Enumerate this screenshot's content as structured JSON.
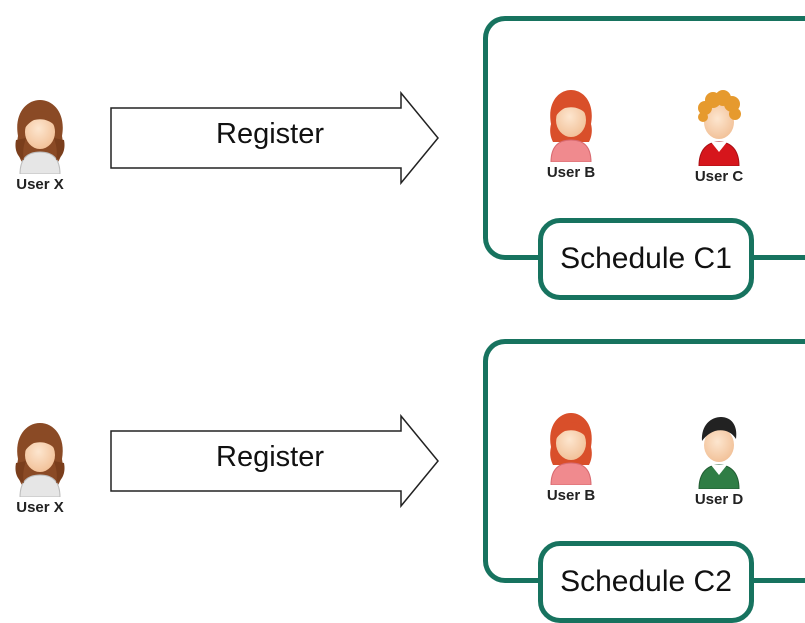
{
  "colors": {
    "schedule_border": "#17735f",
    "arrow_stroke": "#222222"
  },
  "rows": [
    {
      "registrant": {
        "label": "User X",
        "icon": "female-user-brown-hair-icon"
      },
      "arrow_label": "Register",
      "schedule": {
        "name": "Schedule C1",
        "members": [
          {
            "label": "User B",
            "icon": "female-user-red-hair-icon"
          },
          {
            "label": "User C",
            "icon": "male-user-curly-hair-icon"
          }
        ]
      }
    },
    {
      "registrant": {
        "label": "User X",
        "icon": "female-user-brown-hair-icon"
      },
      "arrow_label": "Register",
      "schedule": {
        "name": "Schedule C2",
        "members": [
          {
            "label": "User B",
            "icon": "female-user-red-hair-icon"
          },
          {
            "label": "User D",
            "icon": "male-user-dark-hair-icon"
          }
        ]
      }
    }
  ]
}
